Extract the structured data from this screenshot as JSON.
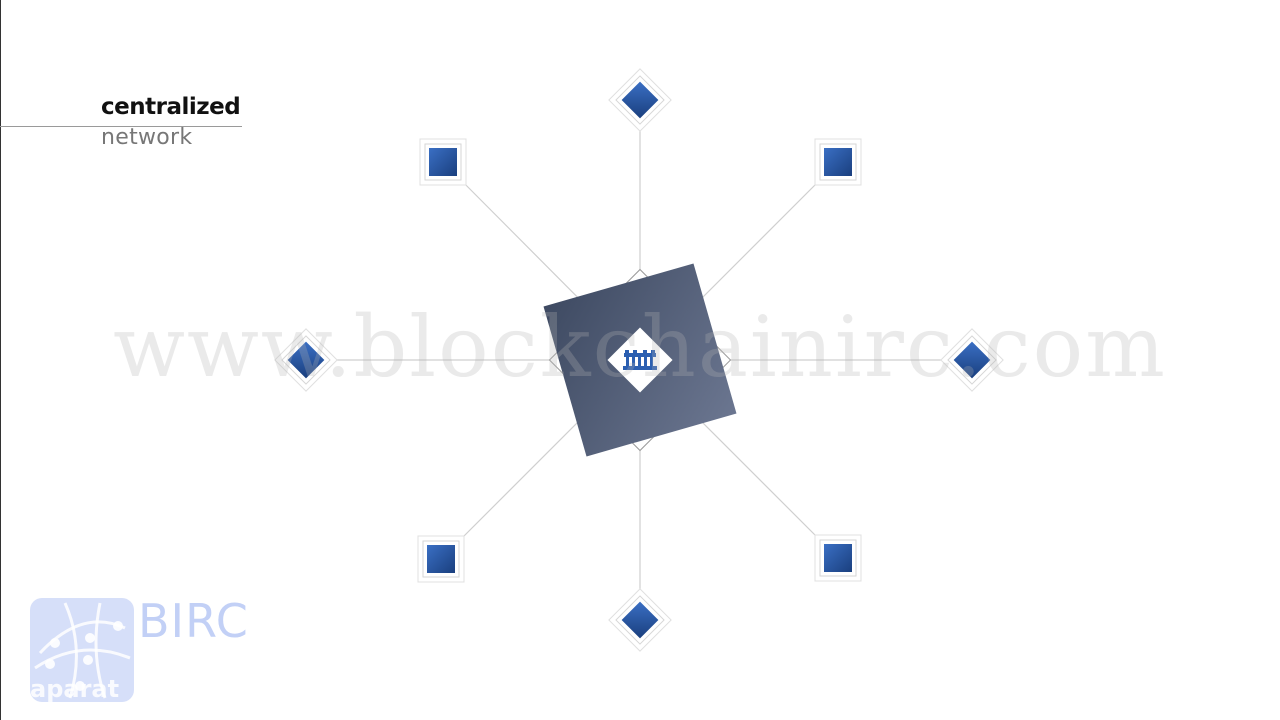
{
  "title": {
    "main": "centralized",
    "sub": "network"
  },
  "watermark": "www.blockchainirc.com",
  "logo": {
    "brand": "BIRC",
    "platform": "aparat"
  },
  "colors": {
    "node_fill": "#2b5fb1",
    "node_fill_dark": "#1a3f7e",
    "hub_fill": "#4a5670",
    "hub_fill_light": "#6b7690",
    "line": "#c8c8c8",
    "title_text": "#111111",
    "subtitle_text": "#777777"
  },
  "diagram": {
    "hub": {
      "icon": "building-icon"
    },
    "nodes": [
      {
        "id": "top",
        "shape": "diamond"
      },
      {
        "id": "top-right",
        "shape": "square"
      },
      {
        "id": "right",
        "shape": "diamond"
      },
      {
        "id": "bottom-right",
        "shape": "square"
      },
      {
        "id": "bottom",
        "shape": "diamond"
      },
      {
        "id": "bottom-left",
        "shape": "square"
      },
      {
        "id": "left",
        "shape": "diamond"
      },
      {
        "id": "top-left",
        "shape": "square"
      }
    ]
  }
}
